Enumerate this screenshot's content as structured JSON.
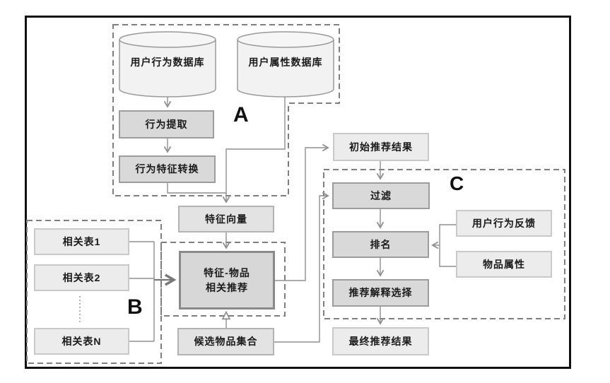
{
  "diagram": {
    "description_note": "recommendation-system flowchart",
    "regions": {
      "a": {
        "label": "A"
      },
      "b": {
        "label": "B"
      },
      "c": {
        "label": "C"
      }
    },
    "nodes": {
      "user_behavior_db": {
        "label": "用户行为数据库",
        "type": "database"
      },
      "user_attr_db": {
        "label": "用户属性数据库",
        "type": "database"
      },
      "behavior_extract": {
        "label": "行为提取",
        "type": "process"
      },
      "behavior_feature_convert": {
        "label": "行为特征转换",
        "type": "process"
      },
      "feature_vector": {
        "label": "特征向量",
        "type": "data"
      },
      "feature_item_rec": {
        "label": "特征-物品 相关推荐",
        "line1": "特征-物品",
        "line2": "相关推荐",
        "type": "process"
      },
      "candidate_items": {
        "label": "候选物品集合",
        "type": "data"
      },
      "related_table_1": {
        "label": "相关表1",
        "type": "data"
      },
      "related_table_2": {
        "label": "相关表2",
        "type": "data"
      },
      "related_table_n": {
        "label": "相关表N",
        "type": "data"
      },
      "initial_results": {
        "label": "初始推荐结果",
        "type": "data"
      },
      "filter": {
        "label": "过滤",
        "type": "process"
      },
      "ranking": {
        "label": "排名",
        "type": "process"
      },
      "explanation_select": {
        "label": "推荐解释选择",
        "type": "process"
      },
      "final_results": {
        "label": "最终推荐结果",
        "type": "data"
      },
      "user_feedback": {
        "label": "用户行为反馈",
        "type": "data"
      },
      "item_attrs": {
        "label": "物品属性",
        "type": "data"
      }
    },
    "edges": [
      {
        "from": "user_behavior_db",
        "to": "behavior_extract"
      },
      {
        "from": "behavior_extract",
        "to": "behavior_feature_convert"
      },
      {
        "from": "behavior_feature_convert",
        "to": "feature_vector"
      },
      {
        "from": "user_attr_db",
        "to": "feature_vector"
      },
      {
        "from": "feature_vector",
        "to": "feature_item_rec"
      },
      {
        "from": "related_table_1",
        "to": "feature_item_rec"
      },
      {
        "from": "related_table_2",
        "to": "feature_item_rec"
      },
      {
        "from": "related_table_n",
        "to": "feature_item_rec"
      },
      {
        "from": "candidate_items",
        "to": "feature_item_rec"
      },
      {
        "from": "feature_item_rec",
        "to": "initial_results"
      },
      {
        "from": "initial_results",
        "to": "filter"
      },
      {
        "from": "candidate_items",
        "to": "filter"
      },
      {
        "from": "filter",
        "to": "ranking"
      },
      {
        "from": "user_feedback",
        "to": "ranking"
      },
      {
        "from": "item_attrs",
        "to": "ranking"
      },
      {
        "from": "ranking",
        "to": "explanation_select"
      },
      {
        "from": "explanation_select",
        "to": "final_results"
      }
    ],
    "colors": {
      "frame": "#111111",
      "dashed_region": "#7f7f7f",
      "connector": "#8f8f8f",
      "box_light_fill": "#ececec",
      "box_mid_fill": "#e3e3e3",
      "box_dark_fill": "#d9d9d9",
      "cylinder_fill": "#f2f2f2",
      "text": "#1a1a1a"
    }
  }
}
